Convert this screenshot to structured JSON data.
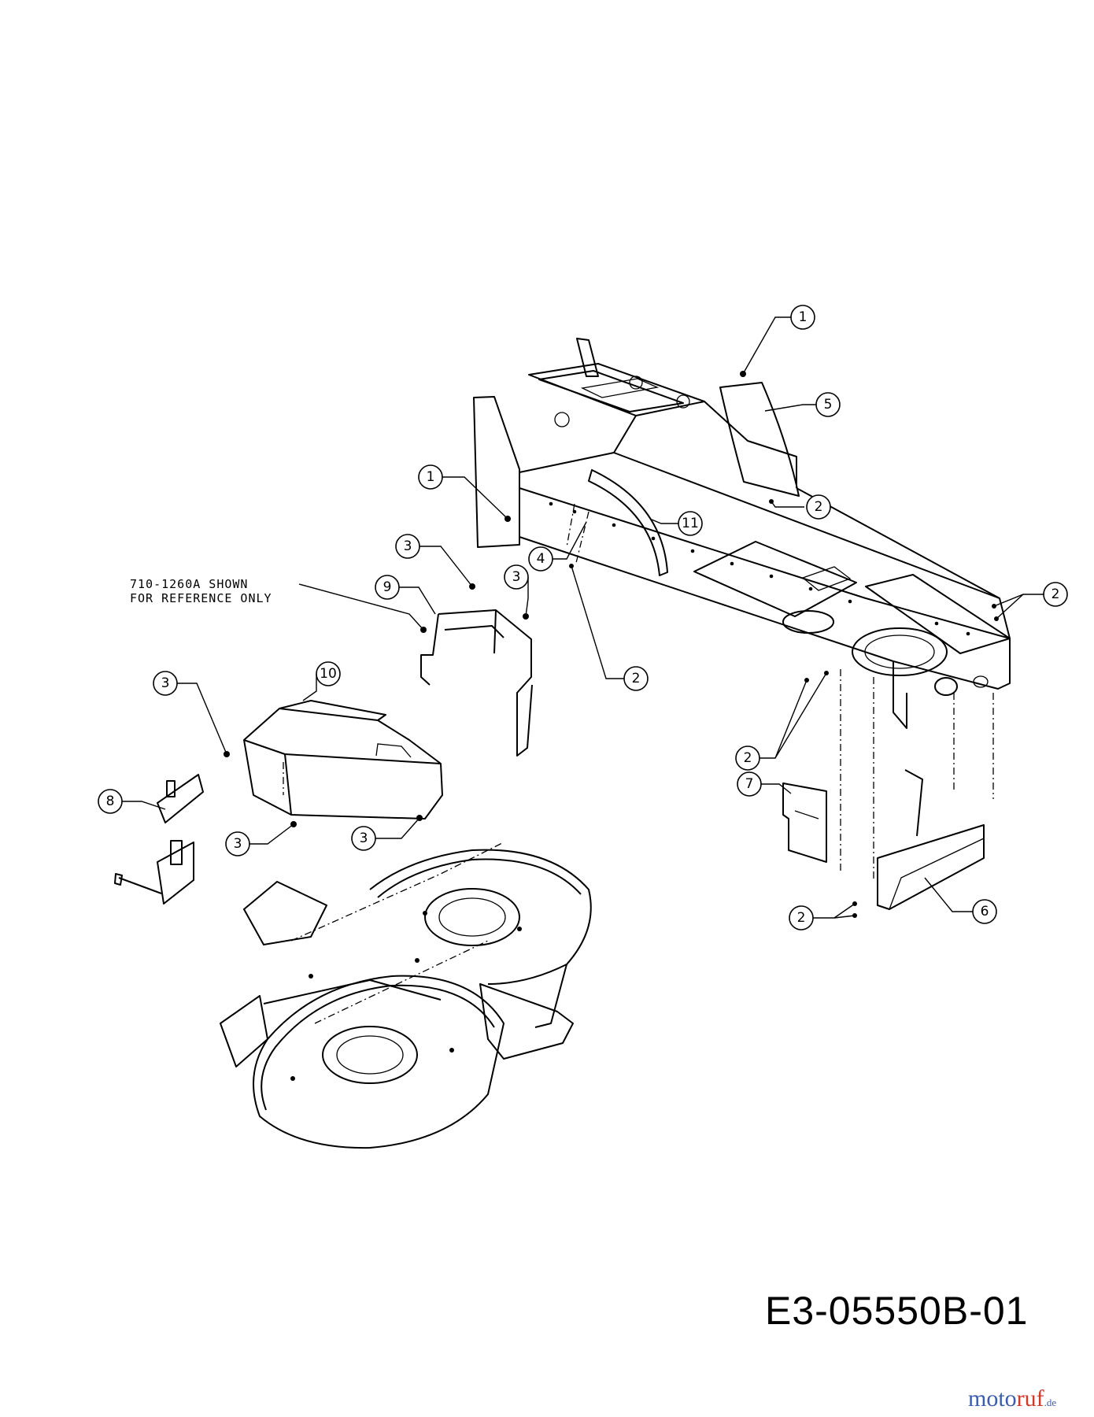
{
  "diagram": {
    "code": "E3-05550B-01",
    "reference_note": [
      "710-1260A SHOWN",
      "FOR REFERENCE ONLY"
    ],
    "watermark": {
      "part1": "moto",
      "part2": "ruf",
      "part3": ".de"
    },
    "callouts": [
      "1",
      "1",
      "2",
      "2",
      "2",
      "2",
      "2",
      "3",
      "3",
      "3",
      "3",
      "3",
      "4",
      "5",
      "6",
      "7",
      "8",
      "9",
      "10",
      "11"
    ]
  }
}
